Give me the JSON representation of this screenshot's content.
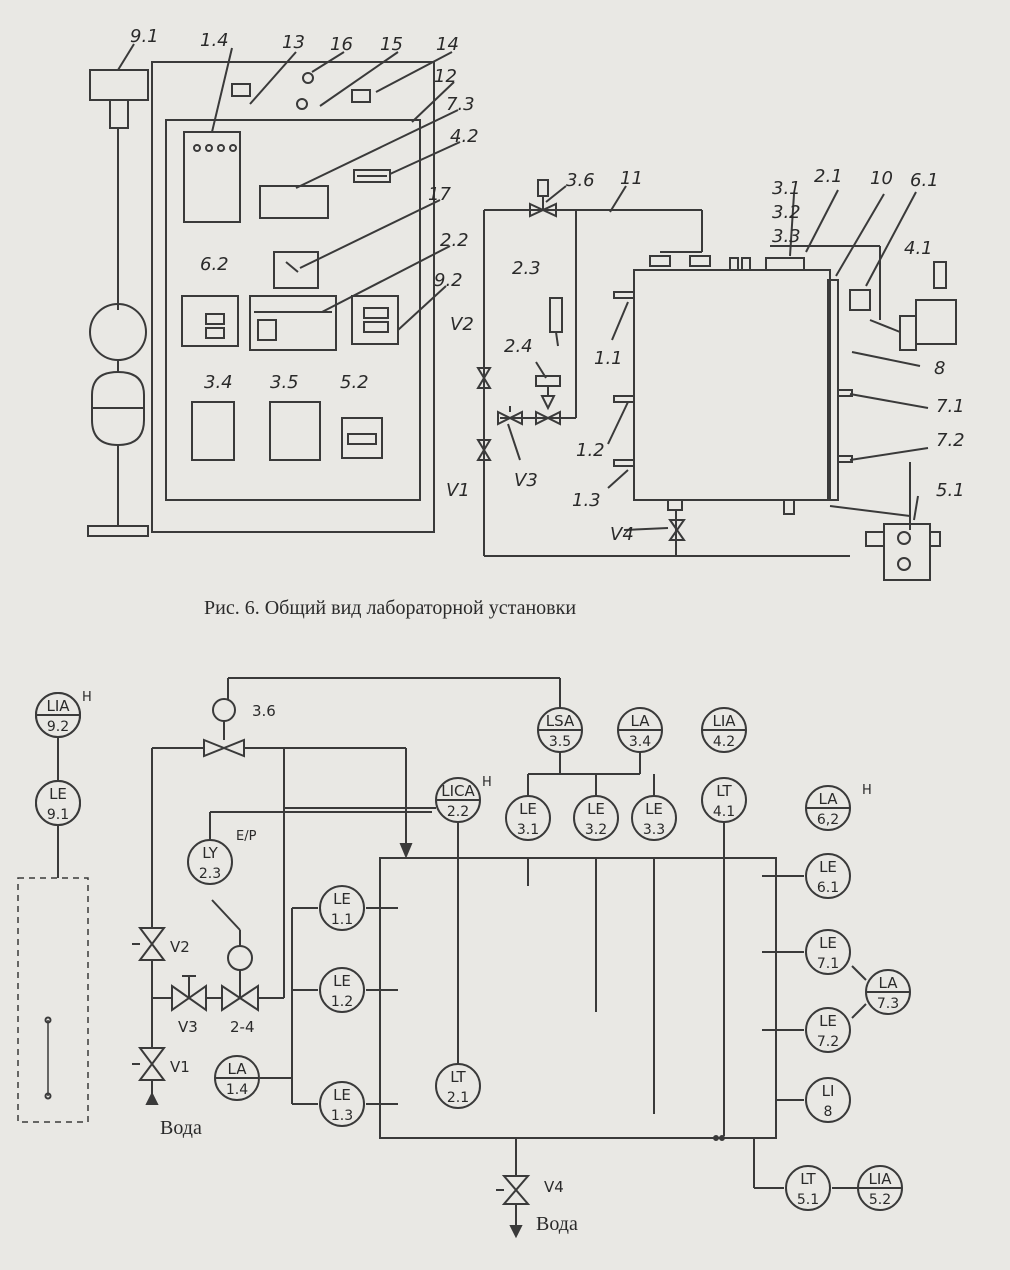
{
  "figure": {
    "caption": "Рис. 6. Общий вид лабораторной установки",
    "general_view": {
      "labels": [
        "9.1",
        "1.4",
        "13",
        "16",
        "15",
        "14",
        "12",
        "7.3",
        "4.2",
        "17",
        "2.2",
        "6.2",
        "9.2",
        "3.4",
        "3.5",
        "5.2",
        "3.6",
        "11",
        "3.1",
        "3.2",
        "3.3",
        "2.1",
        "10",
        "6.1",
        "4.1",
        "2.3",
        "2.4",
        "V2",
        "V3",
        "V1",
        "1.1",
        "1.2",
        "1.3",
        "8",
        "7.1",
        "7.2",
        "5.1",
        "V4"
      ]
    },
    "scheme": {
      "instruments": [
        {
          "id": "LIA-9.2",
          "func": "LIA",
          "tag": "9.2",
          "note": "H"
        },
        {
          "id": "LE-9.1",
          "func": "LE",
          "tag": "9.1"
        },
        {
          "id": "LSA-3.5",
          "func": "LSA",
          "tag": "3.5"
        },
        {
          "id": "LA-3.4",
          "func": "LA",
          "tag": "3.4"
        },
        {
          "id": "LIA-4.2",
          "func": "LIA",
          "tag": "4.2"
        },
        {
          "id": "LICA-2.2",
          "func": "LICA",
          "tag": "2.2",
          "note": "H"
        },
        {
          "id": "LE-3.1",
          "func": "LE",
          "tag": "3.1"
        },
        {
          "id": "LE-3.2",
          "func": "LE",
          "tag": "3.2"
        },
        {
          "id": "LE-3.3",
          "func": "LE",
          "tag": "3.3"
        },
        {
          "id": "LT-4.1",
          "func": "LT",
          "tag": "4.1"
        },
        {
          "id": "LA-6.2",
          "func": "LA",
          "tag": "6,2",
          "note": "H"
        },
        {
          "id": "LE-6.1",
          "func": "LE",
          "tag": "6.1"
        },
        {
          "id": "LY-2.3",
          "func": "LY",
          "tag": "2.3",
          "note": "E/P"
        },
        {
          "id": "LE-1.1",
          "func": "LE",
          "tag": "1.1"
        },
        {
          "id": "LE-1.2",
          "func": "LE",
          "tag": "1.2"
        },
        {
          "id": "LA-1.4",
          "func": "LA",
          "tag": "1.4"
        },
        {
          "id": "LE-1.3",
          "func": "LE",
          "tag": "1.3"
        },
        {
          "id": "LT-2.1",
          "func": "LT",
          "tag": "2.1"
        },
        {
          "id": "LE-7.1",
          "func": "LE",
          "tag": "7.1"
        },
        {
          "id": "LA-7.3",
          "func": "LA",
          "tag": "7.3"
        },
        {
          "id": "LE-7.2",
          "func": "LE",
          "tag": "7.2"
        },
        {
          "id": "LI-8",
          "func": "LI",
          "tag": "8"
        },
        {
          "id": "LT-5.1",
          "func": "LT",
          "tag": "5.1"
        },
        {
          "id": "LIA-5.2",
          "func": "LIA",
          "tag": "5.2"
        }
      ],
      "valves": {
        "v1": "V1",
        "v2": "V2",
        "v3": "V3",
        "v4": "V4",
        "v24": "2-4"
      },
      "solenoid_tag": "3.6",
      "water_in": "Вода",
      "water_out": "Вода"
    }
  }
}
